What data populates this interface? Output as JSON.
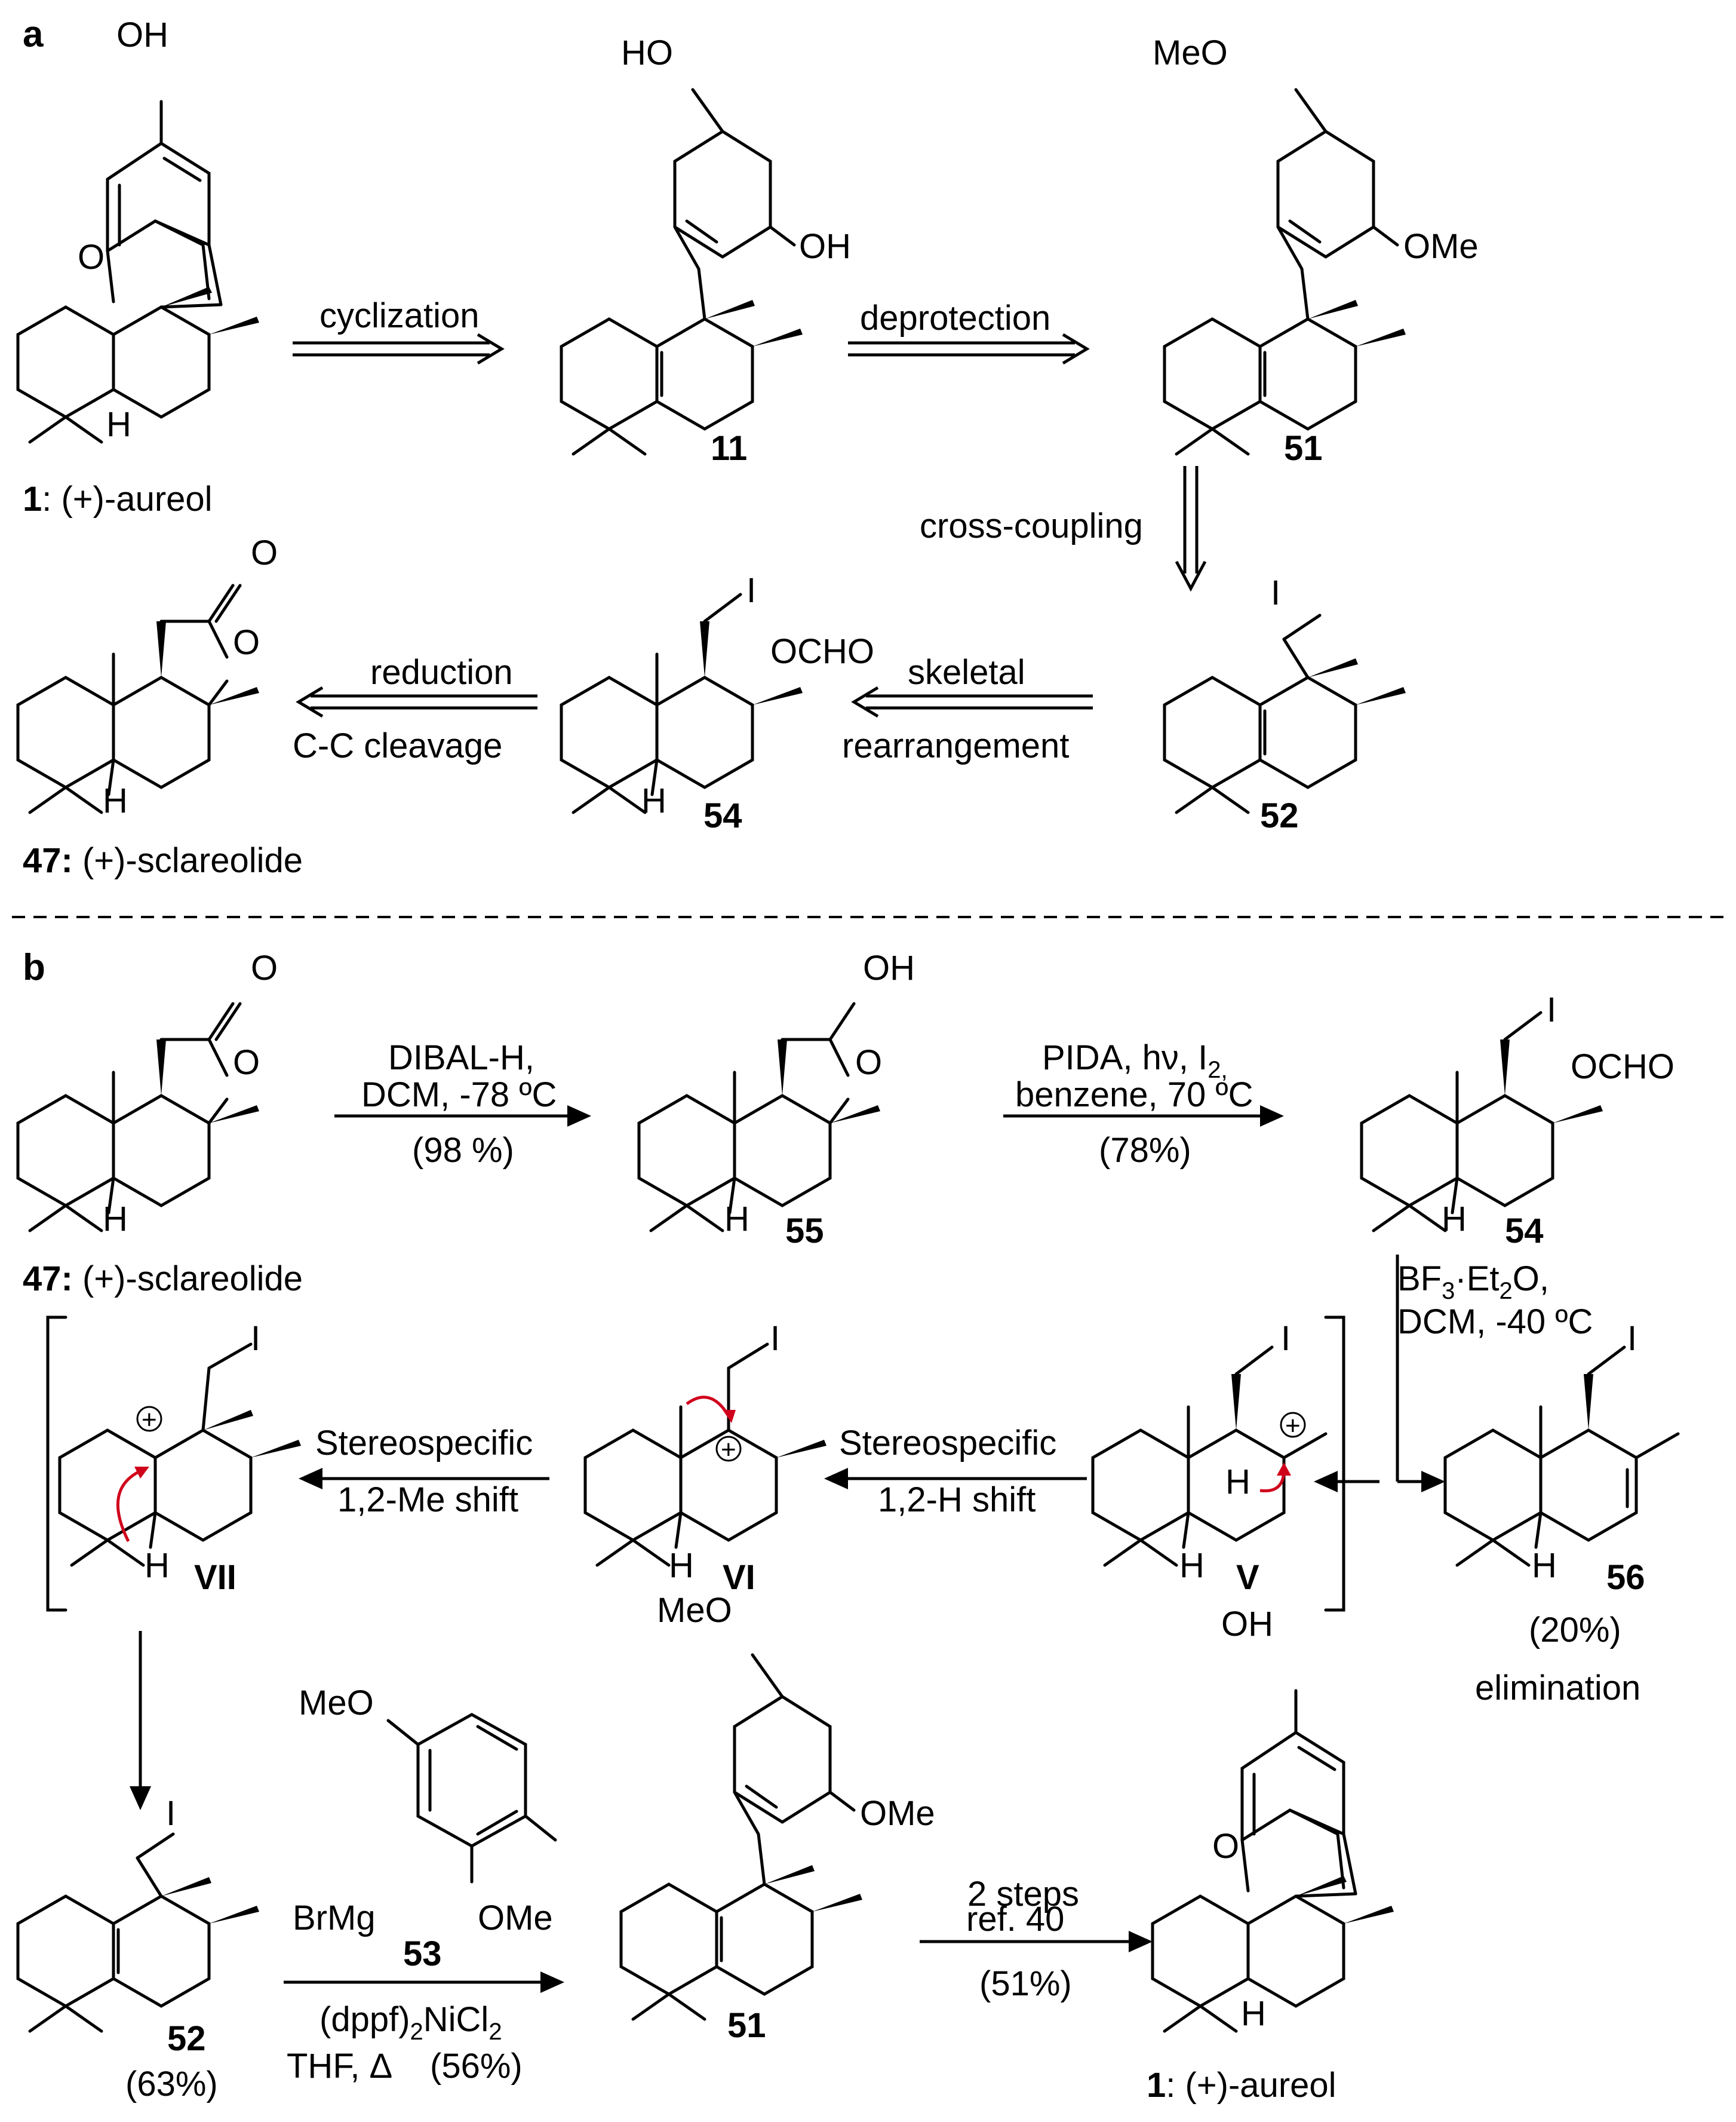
{
  "panels": {
    "a": "a",
    "b": "b"
  },
  "compounds": {
    "aureol": {
      "num": "1",
      "name": ": (+)-aureol"
    },
    "c11": {
      "num": "11"
    },
    "c51": {
      "num": "51"
    },
    "c52": {
      "num": "52"
    },
    "c54": {
      "num": "54"
    },
    "c55": {
      "num": "55"
    },
    "c56": {
      "num": "56"
    },
    "c53": {
      "num": "53"
    },
    "sclareolide": {
      "num": "47:",
      "name": " (+)-sclareolide"
    },
    "V": {
      "num": "V"
    },
    "VI": {
      "num": "VI"
    },
    "VII": {
      "num": "VII"
    }
  },
  "atoms": {
    "OH": "OH",
    "HO": "HO",
    "O": "O",
    "H": "H",
    "I": "I",
    "MeO": "MeO",
    "OMe": "OMe",
    "OCHO": "OCHO",
    "BrMg": "BrMg",
    "plus": "+"
  },
  "retro": {
    "cyclization": "cyclization",
    "deprotection": "deprotection",
    "cross_coupling": "cross-coupling",
    "skeletal": "skeletal",
    "rearrangement": "rearrangement",
    "reduction": "reduction",
    "cc_cleavage": "C-C cleavage"
  },
  "steps": {
    "dibal_1": "DIBAL-H,",
    "dibal_2": "DCM, -78 ºC",
    "dibal_yield": "(98 %)",
    "pida_1": "PIDA, hν, I",
    "pida_1_sub": "2,",
    "pida_2": "benzene, 70 ºC",
    "pida_yield": "(78%)",
    "bf3_1": "BF",
    "bf3_sub": "3",
    "bf3_2": "·Et",
    "bf3_sub2": "2",
    "bf3_3": "O,",
    "bf3_4": "DCM, -40 ºC",
    "stereo": "Stereospecific",
    "me_shift": "1,2-Me shift",
    "h_shift": "1,2-H shift",
    "yield_56": "(20%)",
    "elimination": "elimination",
    "yield_52": "(63%)",
    "ni_cat_1": "(dppf)",
    "ni_cat_sub": "2",
    "ni_cat_2": "NiCl",
    "ni_cat_sub2": "2",
    "thf": "THF, Δ",
    "ni_yield": "(56%)",
    "two_steps": "2 steps",
    "ref40": "ref. 40",
    "final_yield": "(51%)"
  }
}
